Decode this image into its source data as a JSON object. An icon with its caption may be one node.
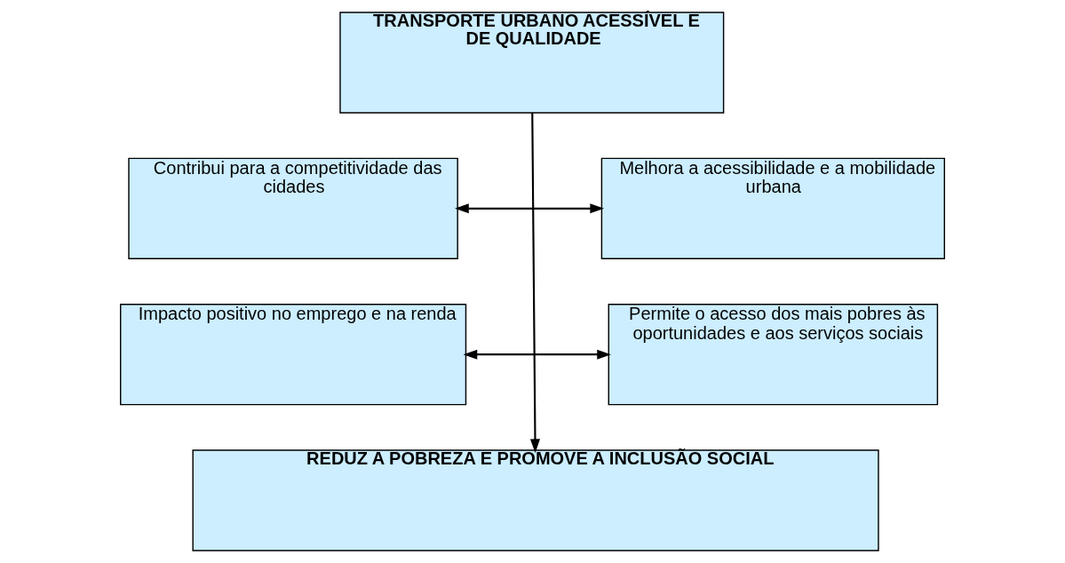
{
  "diagram": {
    "nodes": [
      {
        "text": [
          "TRANSPORTE URBANO ACESSÍVEL E DE QUALIDADE"
        ]
      },
      {
        "text": [
          "Contribui para a competitividade das cidades"
        ]
      },
      {
        "text": [
          "Melhora a acessibilidade e a mobilidade urbana"
        ]
      },
      {
        "text": [
          "Impacto positivo no emprego e na renda"
        ]
      },
      {
        "text": [
          "Permite o acesso dos mais pobres às oportunidades e aos serviços sociais"
        ]
      },
      {
        "text": [
          "REDUZ A POBREZA E PROMOVE A INCLUSÃO SOCIAL"
        ]
      }
    ],
    "edges": [
      {
        "from": 0,
        "to": 5,
        "arrow": "to"
      },
      {
        "from": 1,
        "to": 2,
        "arrow": "both"
      },
      {
        "from": 3,
        "to": 4,
        "arrow": "both"
      }
    ]
  }
}
